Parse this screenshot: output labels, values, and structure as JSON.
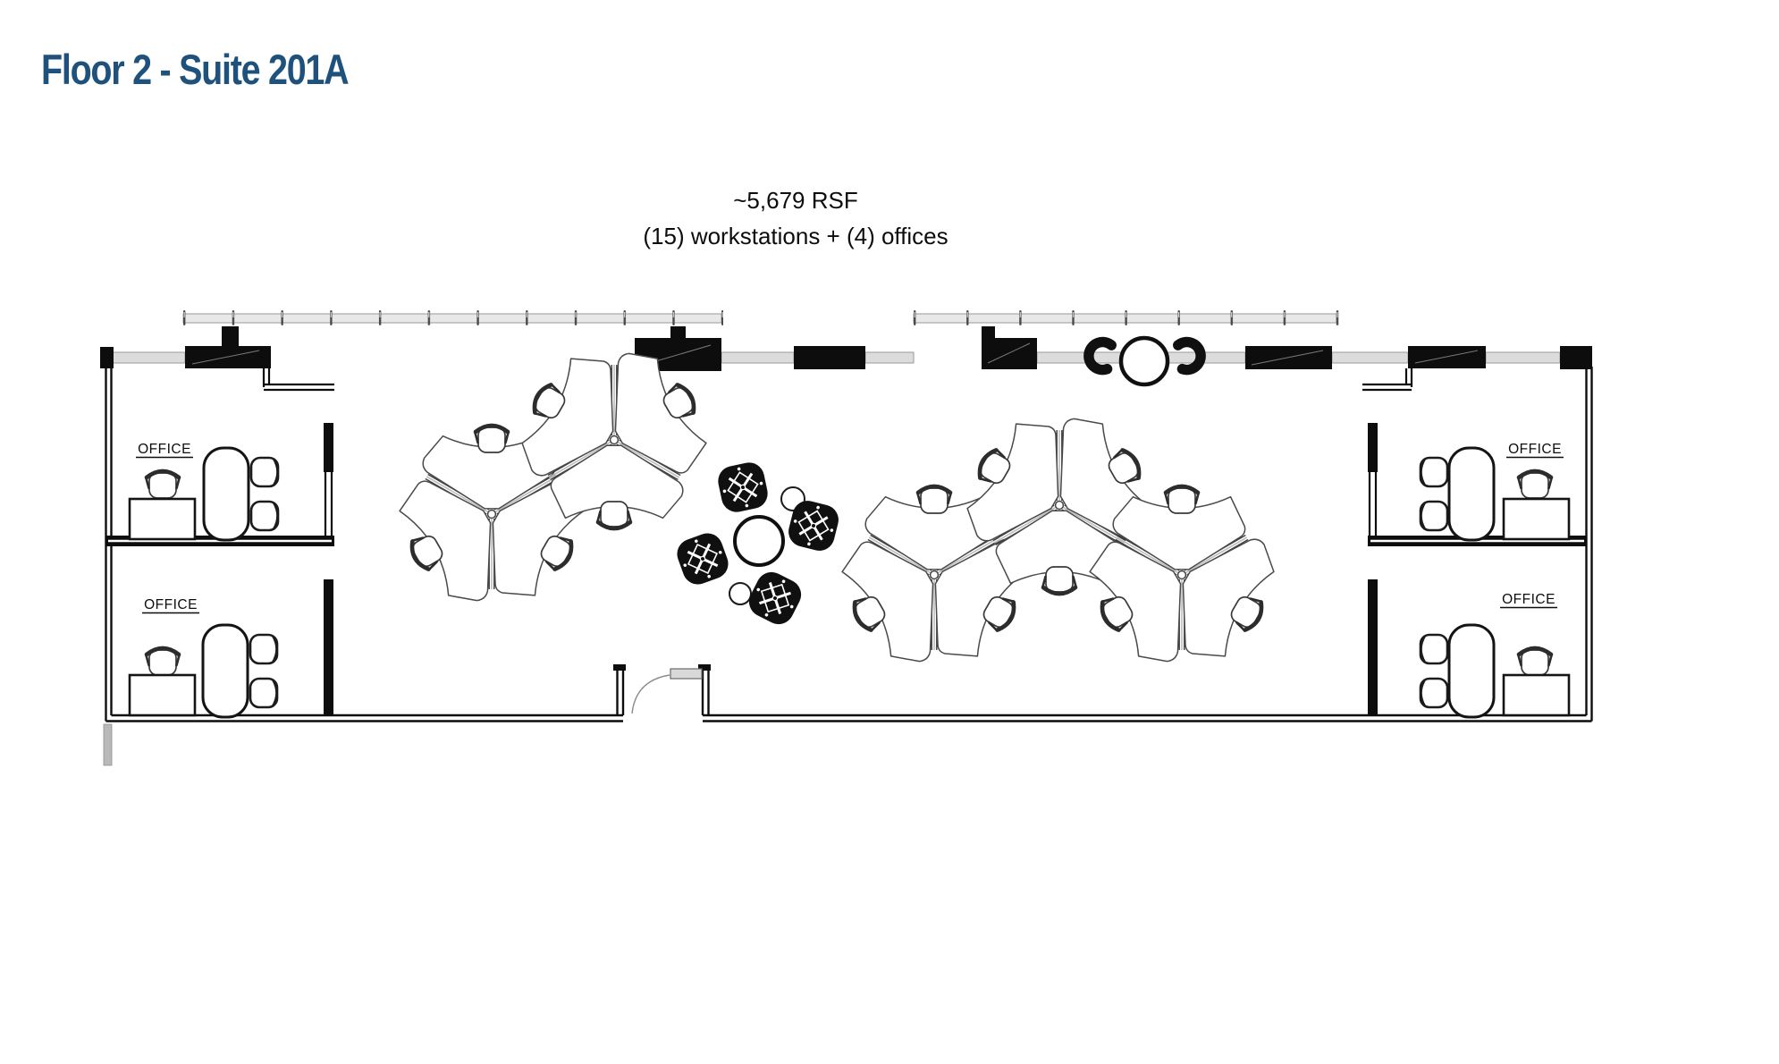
{
  "title": "Floor 2 - Suite 201A",
  "subtitle": {
    "line1": "~5,679 RSF",
    "line2": "(15) workstations + (4) offices"
  },
  "summary": {
    "rsf": "~5,679 RSF",
    "workstation_count": 15,
    "office_count": 4
  },
  "offices": [
    {
      "label": "OFFICE",
      "position": "upper-left"
    },
    {
      "label": "OFFICE",
      "position": "lower-left"
    },
    {
      "label": "OFFICE",
      "position": "upper-right"
    },
    {
      "label": "OFFICE",
      "position": "lower-right"
    }
  ],
  "colors": {
    "title_blue": "#1e527c",
    "wall_black": "#0d0d0d",
    "window_gray": "#e8e8e8",
    "glass_gray": "#dcdcdc",
    "text_black": "#0d0d0d"
  }
}
